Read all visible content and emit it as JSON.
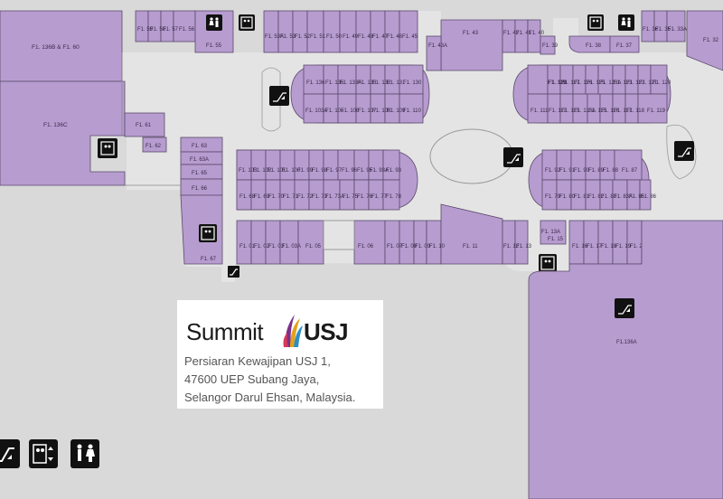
{
  "brand": {
    "logo_left": "Summit",
    "logo_right": "USJ",
    "colors": {
      "unit_fill": "#b79cd0",
      "corridor": "#e4e4e4",
      "background": "#d9d9d9",
      "icon_bg": "#111111"
    }
  },
  "address": {
    "line1": "Persiaran Kewajipan USJ 1,",
    "line2": "47600 UEP Subang Jaya,",
    "line3": "Selangor Darul Ehsan, Malaysia."
  },
  "units": {
    "u136b60": "F1. 136B & F1. 60",
    "u136c": "F1. 136C",
    "u59": "F1. 59",
    "u58": "F1. 58",
    "u57": "F1. 57",
    "u56": "F1. 56",
    "u55": "F1. 55",
    "u53a": "F1. 53A",
    "u53": "F1. 53",
    "u52": "F1. 52",
    "u51": "F1. 51",
    "u50": "F1. 50",
    "u49": "F1. 49",
    "u48": "F1. 48",
    "u47": "F1. 47",
    "u46": "F1. 46",
    "u45": "F1. 45",
    "u43": "F1. 43",
    "u43a": "F1. 43A",
    "u42": "F1. 42",
    "u41": "F1. 41",
    "u40": "F1. 40",
    "u39": "F1. 39",
    "u38": "F1. 38",
    "u37": "F1. 37",
    "u36": "F1. 36",
    "u35": "F1. 35",
    "u33a": "F1. 33A",
    "u32": "F1. 32",
    "u61": "F1. 61",
    "u62": "F1. 62",
    "u63": "F1. 63",
    "u63a": "F1. 63A",
    "u65": "F1. 65",
    "u66": "F1. 66",
    "u67": "F1. 67",
    "u136": "F1. 136",
    "u135": "F1. 135",
    "u133a": "F1. 133A",
    "u133": "F1. 133",
    "u132": "F1. 132",
    "u131": "F1. 131",
    "u130": "F1. 130",
    "u103a": "F1. 103A",
    "u105": "F1. 105",
    "u106": "F1. 106",
    "u107": "F1. 107",
    "u108": "F1. 108",
    "u109": "F1. 109",
    "u110": "F1. 110",
    "u129": "F1. 129",
    "u128": "F1. 128",
    "u127": "F1. 127",
    "u126": "F1. 126",
    "u125": "F1. 125",
    "u123a": "F1. 123A",
    "u123": "F1. 123",
    "u122": "F1. 122",
    "u121": "F1. 121",
    "u120": "F1. 120",
    "u111": "F1. 111",
    "u112": "F1. 112",
    "u113": "F1. 113",
    "u113a": "F1. 113A",
    "u115": "F1. 115",
    "u116": "F1. 116",
    "u117": "F1. 117",
    "u118": "F1. 118",
    "u119": "F1. 119",
    "u103": "F1. 103",
    "u102": "F1. 102",
    "u101": "F1. 101",
    "u100": "F1. 100",
    "u99": "F1. 99",
    "u98": "F1. 98",
    "u97": "F1. 97",
    "u96": "F1. 96",
    "u95": "F1. 95",
    "u93a": "F1. 93A",
    "u93": "F1. 93",
    "u68": "F1. 68",
    "u69": "F1. 69",
    "u70": "F1. 70",
    "u71": "F1. 71",
    "u72": "F1. 72",
    "u73": "F1. 73",
    "u73a": "F1. 73A",
    "u75": "F1. 75",
    "u76": "F1. 76",
    "u77": "F1. 77",
    "u78": "F1. 78",
    "u92": "F1. 92",
    "u91": "F1. 91",
    "u90": "F1. 90",
    "u89": "F1. 89",
    "u88": "F1. 88",
    "u87": "F1. 87",
    "u79": "F1. 79",
    "u80": "F1. 80",
    "u81": "F1. 81",
    "u82": "F1. 82",
    "u83": "F1. 83",
    "u83a": "F1. 83A",
    "u85": "F1. 85",
    "u86": "F1. 86",
    "u01": "F1. 01",
    "u02": "F1. 02",
    "u03": "F1. 03",
    "u03a": "F1. 03A",
    "u05": "F1. 05",
    "u06": "F1. 06",
    "u07": "F1. 07",
    "u08": "F1. 08",
    "u09": "F1. 09",
    "u10": "F1. 10",
    "u11": "F1. 11",
    "u12": "F1. 12",
    "u13": "F1. 13",
    "u13a": "F1. 13A",
    "u15": "F1. 15",
    "u16": "F1. 16",
    "u17": "F1. 17",
    "u18": "F1. 18",
    "u19": "F1. 19",
    "u20": "F1. 20",
    "u136a": "F1.136A"
  },
  "legend": [
    "escalator-icon",
    "lift-icon",
    "restroom-icon"
  ]
}
